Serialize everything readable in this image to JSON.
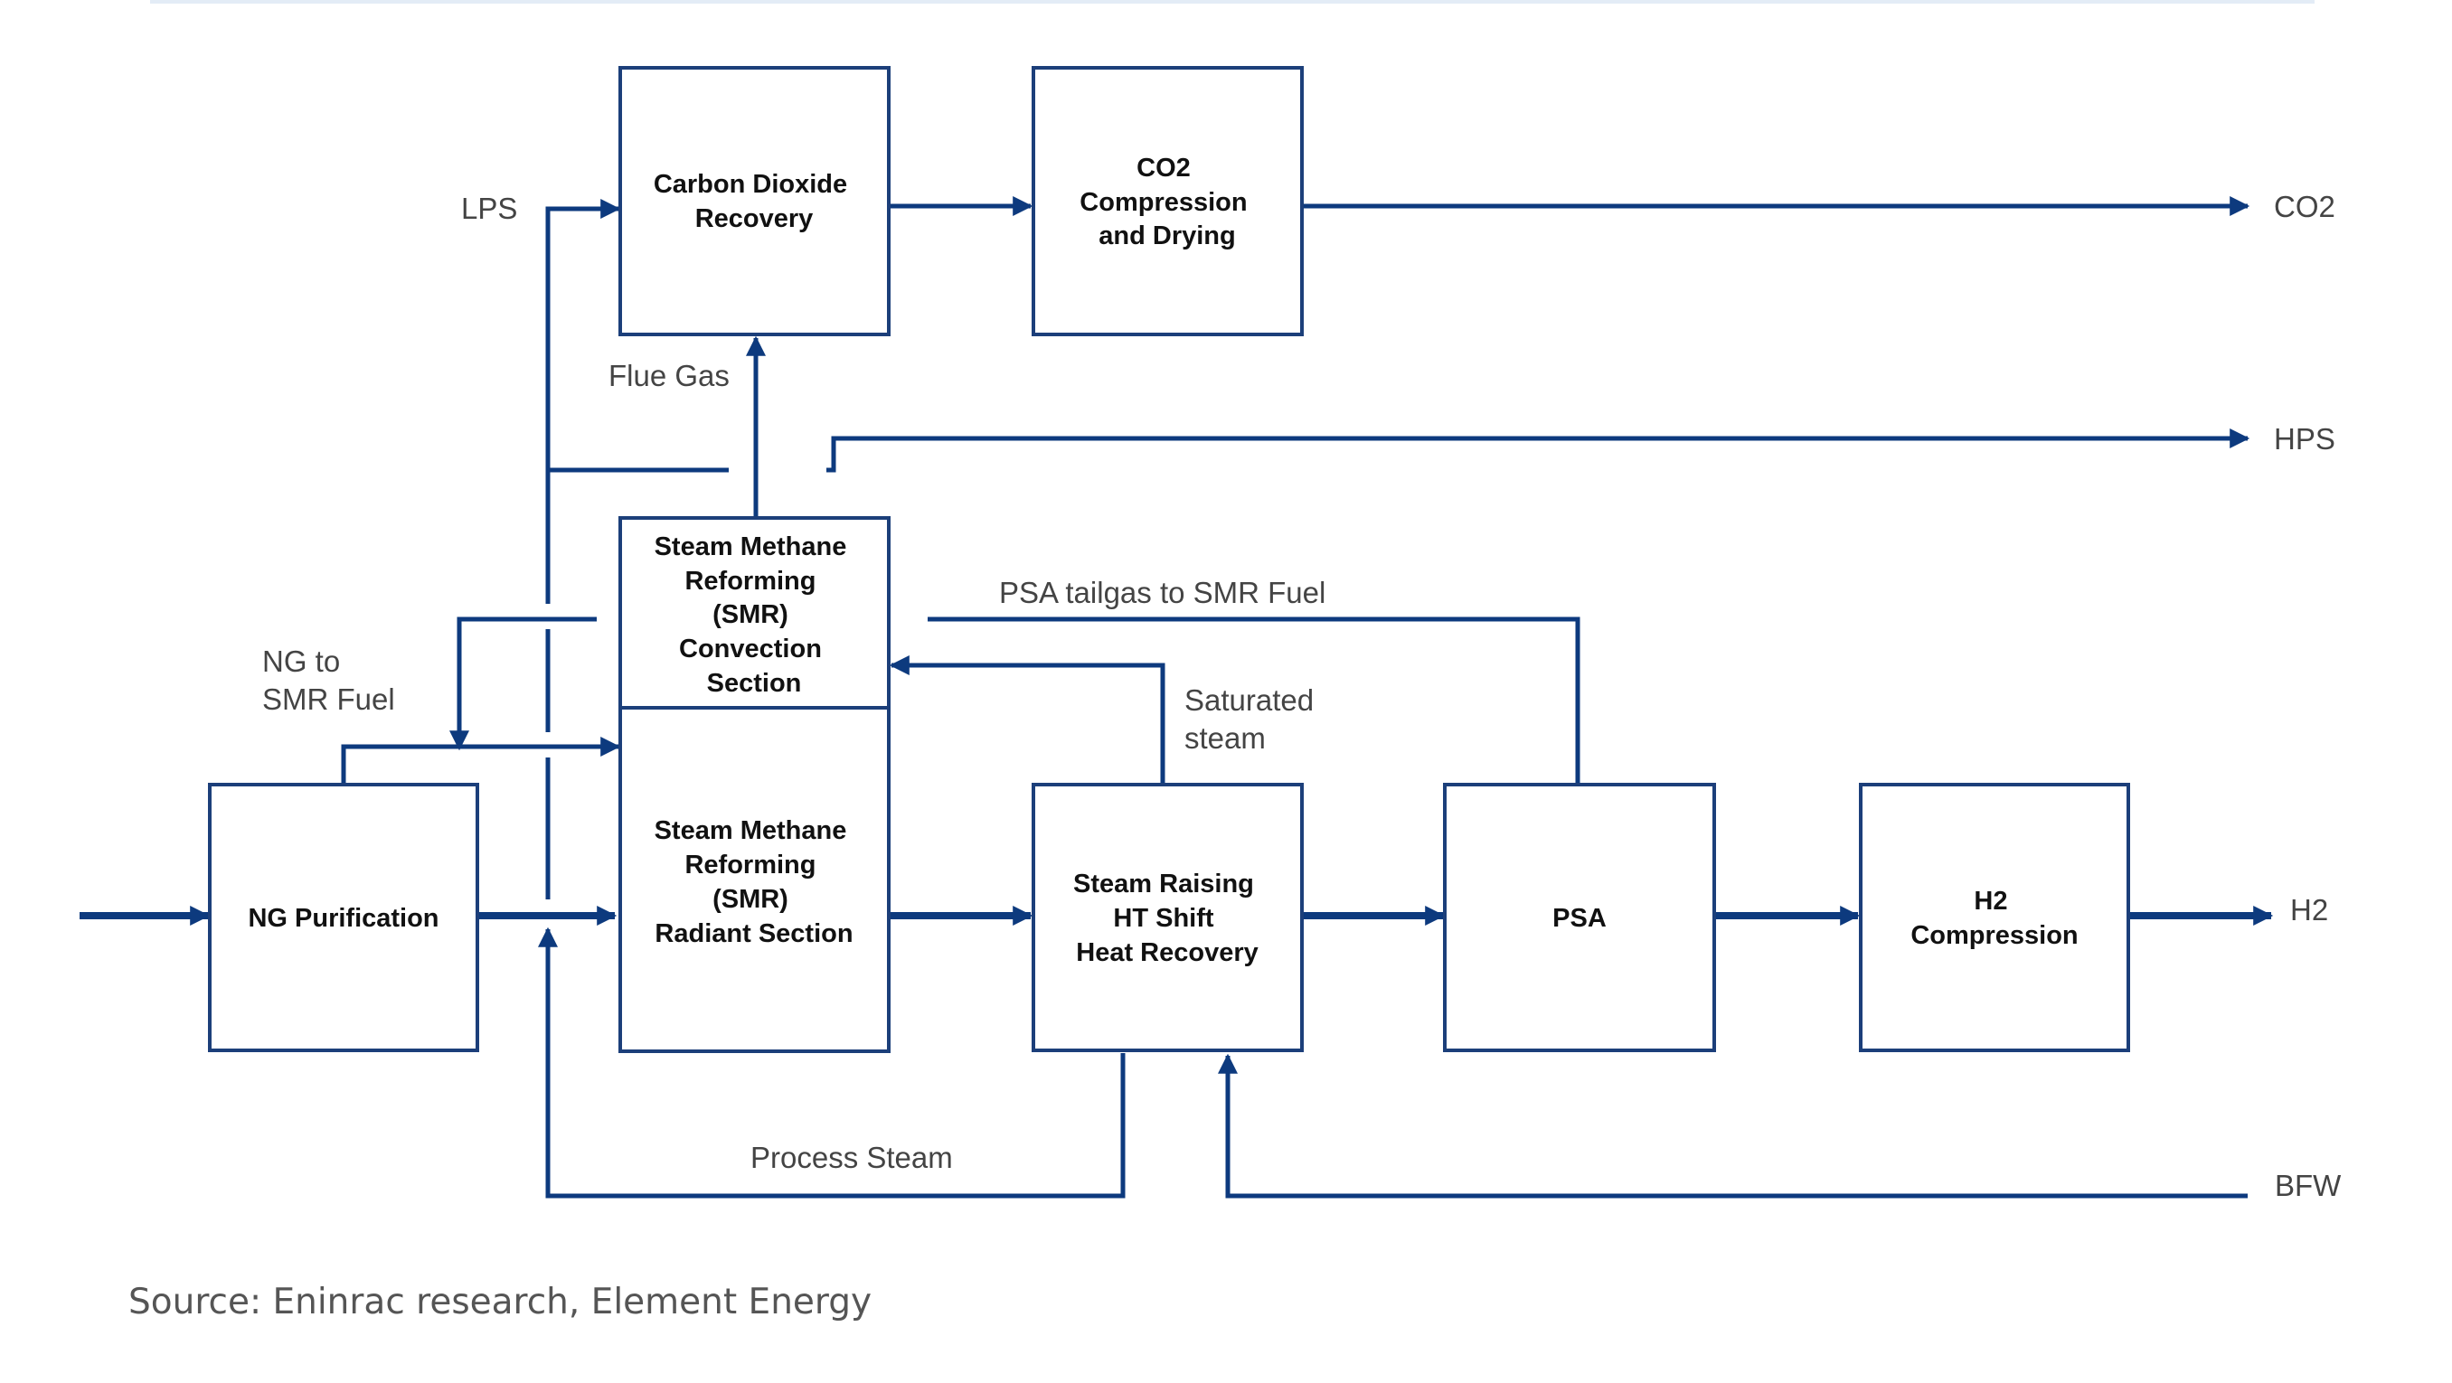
{
  "diagram": {
    "boxes": {
      "co2_recovery": [
        "Carbon Dioxide",
        "Recovery"
      ],
      "co2_compression": [
        "CO2",
        "Compression",
        "and Drying"
      ],
      "smr_convection": [
        "Steam Methane",
        "Reforming",
        "(SMR)",
        "Convection",
        "Section"
      ],
      "smr_radiant": [
        "Steam Methane",
        "Reforming",
        "(SMR)",
        "Radiant Section"
      ],
      "ng_purification": [
        "NG Purification"
      ],
      "steam_raising": [
        "Steam Raising",
        "HT Shift",
        "Heat Recovery"
      ],
      "psa": [
        "PSA"
      ],
      "h2_compression": [
        "H2",
        "Compression"
      ]
    },
    "flows": {
      "lps": "LPS",
      "flue_gas": "Flue Gas",
      "co2_out": "CO2",
      "hps": "HPS",
      "psa_tailgas": "PSA tailgas to SMR Fuel",
      "ng_fuel": [
        "NG to",
        "SMR Fuel"
      ],
      "saturated_steam": [
        "Saturated",
        "steam"
      ],
      "h2_out": "H2",
      "process_steam": "Process Steam",
      "bfw": "BFW"
    }
  },
  "source_note": "Source: Eninrac research, Element Energy",
  "colors": {
    "flow_line": "#0d3a7e",
    "box_border": "#1c3f7a",
    "label_text": "#444444",
    "top_rule": "#e3ecf6"
  }
}
